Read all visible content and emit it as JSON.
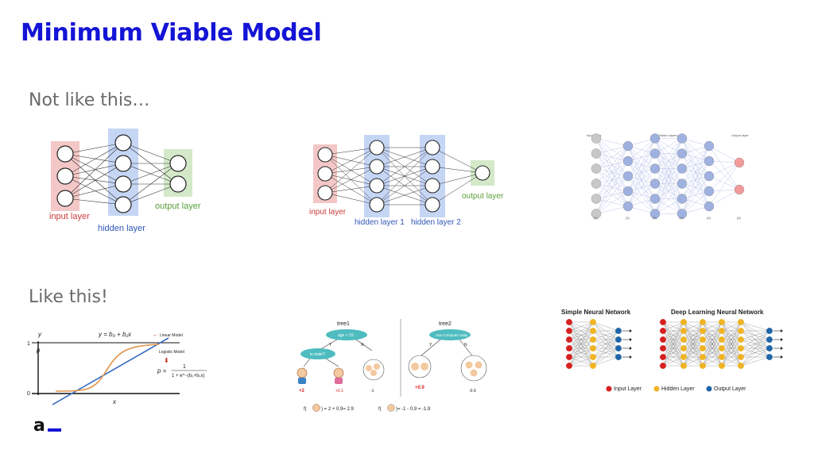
{
  "slide": {
    "title": "Minimum Viable Model",
    "section1_label": "Not like this…",
    "section2_label": "Like this!"
  },
  "nn1": {
    "input_label": "input layer",
    "hidden_label": "hidden layer",
    "output_label": "output layer"
  },
  "nn2": {
    "input_label": "input layer",
    "hidden1_label": "hidden layer 1",
    "hidden2_label": "hidden layer 2",
    "output_label": "output layer"
  },
  "nn3": {
    "header_input": "Input layer",
    "header_hidden": "Hidden layers",
    "header_output": "Output layer",
    "layer_index_labels": [
      "(1)",
      "(2)",
      "(3)",
      "(4)",
      "(5)",
      "(6)"
    ]
  },
  "regression": {
    "linear_formula": "y = b₀ + b₁x",
    "linear_label": "Linear Model",
    "logistic_label": "Logistic Model",
    "logistic_formula_lhs": "p =",
    "logistic_formula_num": "1",
    "logistic_formula_den": "1 + e^−(b₀+b₁x)",
    "y_axis_label": "y",
    "p_label": "p",
    "x_axis_label": "x",
    "tick_one": "1",
    "tick_zero": "0"
  },
  "trees": {
    "tree1_title": "tree1",
    "tree1_root": "age < 15",
    "tree1_child": "is male?",
    "tree2_title": "tree2",
    "tree2_root": "Use Computer Daily",
    "yes": "Y",
    "no": "N",
    "score_plus2": "+2",
    "score_plus01": "+0.1",
    "score_minus1": "-1",
    "score_plus09": "+0.9",
    "score_minus09": "-0.9",
    "eq1_prefix": "f(",
    "eq1_suffix": ") = 2 + 0.9= 2.9",
    "eq2_prefix": "f(",
    "eq2_suffix": ")= -1 - 0.9 = -1.9"
  },
  "dnn": {
    "simple_title": "Simple Neural Network",
    "deep_title": "Deep Learning Neural Network",
    "legend_input": "Input Layer",
    "legend_hidden": "Hidden Layer",
    "legend_output": "Output Layer",
    "color_input": "#d62020",
    "color_hidden": "#f0b323",
    "color_output": "#2065a8"
  },
  "branding": {
    "logo_text": "a"
  },
  "colors": {
    "title": "#1414d6",
    "input_band": "#f4c7c7",
    "hidden_band": "#c5d5f4",
    "output_band": "#d3e9c8",
    "input_text": "#cc3a3a",
    "hidden_text": "#2f56b7",
    "output_text": "#5a9e3a"
  }
}
